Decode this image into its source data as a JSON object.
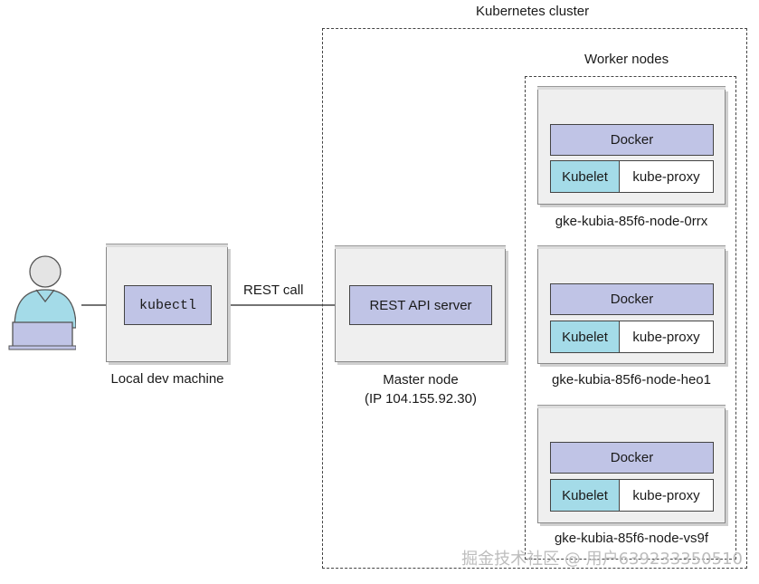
{
  "cluster": {
    "title": "Kubernetes cluster"
  },
  "workers": {
    "title": "Worker nodes"
  },
  "local": {
    "label": "Local dev machine",
    "tool": "kubectl"
  },
  "connection": {
    "label": "REST call"
  },
  "master": {
    "title": "Master node",
    "ip": "(IP 104.155.92.30)",
    "component": "REST API server"
  },
  "nodes": [
    {
      "name": "gke-kubia-85f6-node-0rrx",
      "runtime": "Docker",
      "agent": "Kubelet",
      "proxy": "kube-proxy"
    },
    {
      "name": "gke-kubia-85f6-node-heo1",
      "runtime": "Docker",
      "agent": "Kubelet",
      "proxy": "kube-proxy"
    },
    {
      "name": "gke-kubia-85f6-node-vs9f",
      "runtime": "Docker",
      "agent": "Kubelet",
      "proxy": "kube-proxy"
    }
  ],
  "watermark": "掘金技术社区 @ 用户639233350510",
  "colors": {
    "component_fill": "#c0c4e6",
    "kubelet_fill": "#a4dbe8",
    "machine_fill": "#efefef",
    "user_shirt": "#a4dbe8",
    "laptop": "#c0c4e6"
  }
}
